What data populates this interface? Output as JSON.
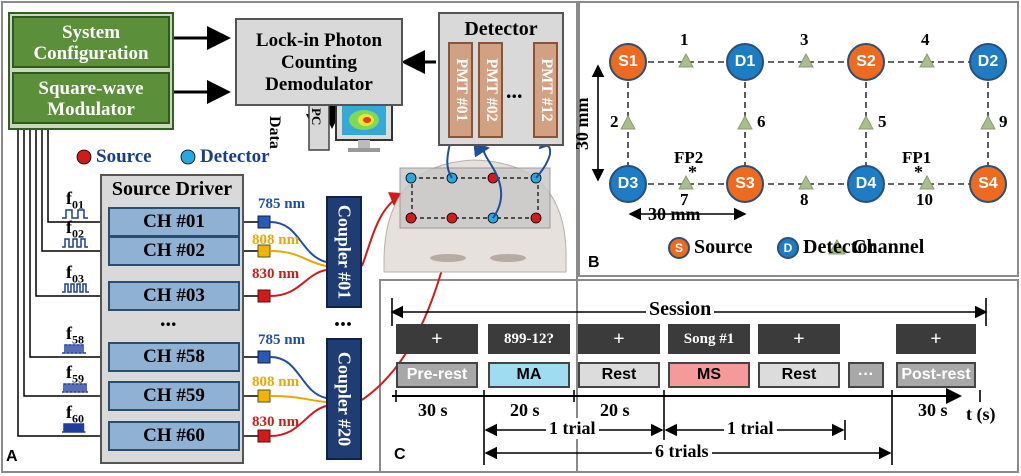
{
  "panel_a": {
    "label": "A",
    "system_config": "System Configuration",
    "modulator": "Square-wave Modulator",
    "demodulator": "Lock-in Photon Counting Demodulator",
    "detector_title": "Detector",
    "pmts": [
      "PMT #01",
      "PMT #02",
      "PMT #12"
    ],
    "ellipsis": "...",
    "data_label": "Data",
    "pc_label": "PC",
    "legend_source": "Source",
    "legend_detector": "Detector",
    "source_driver": "Source Driver",
    "channels": [
      "CH #01",
      "CH #02",
      "CH #03",
      "CH #58",
      "CH #59",
      "CH #60"
    ],
    "channel_ellipsis": "...",
    "freqs": [
      {
        "base": "f",
        "sub": "01"
      },
      {
        "base": "f",
        "sub": "02"
      },
      {
        "base": "f",
        "sub": "03"
      },
      {
        "base": "f",
        "sub": "58"
      },
      {
        "base": "f",
        "sub": "59"
      },
      {
        "base": "f",
        "sub": "60"
      }
    ],
    "wavelengths": [
      "785 nm",
      "808 nm",
      "830 nm",
      "785 nm",
      "808 nm",
      "830 nm"
    ],
    "wavelength_colors": [
      "#1f4fa8",
      "#e8a800",
      "#d11a1a"
    ],
    "couplers": [
      "Coupler #01",
      "Coupler #20"
    ],
    "coupler_ellipsis": "..."
  },
  "panel_b": {
    "label": "B",
    "nodes": [
      {
        "id": "S1",
        "type": "source"
      },
      {
        "id": "D1",
        "type": "detector"
      },
      {
        "id": "S2",
        "type": "source"
      },
      {
        "id": "D2",
        "type": "detector"
      },
      {
        "id": "D3",
        "type": "detector"
      },
      {
        "id": "S3",
        "type": "source"
      },
      {
        "id": "D4",
        "type": "detector"
      },
      {
        "id": "S4",
        "type": "source"
      }
    ],
    "channels": [
      "1",
      "2",
      "3",
      "4",
      "5",
      "6",
      "7",
      "8",
      "9",
      "10"
    ],
    "fp2": "FP2",
    "fp1": "FP1",
    "dim_v": "30 mm",
    "dim_h": "30 mm",
    "legend": {
      "S": "Source",
      "D": "Detector",
      "ch": "Channel"
    },
    "colors": {
      "source": "#ee6a1f",
      "detector": "#1d7cc4",
      "channel": "#a9bd8e"
    }
  },
  "panel_c": {
    "label": "C",
    "session": "Session",
    "blocks": [
      {
        "top": "+",
        "cond": "Pre-rest",
        "color": "#a8a8a8",
        "text_color": "#ffffff"
      },
      {
        "top": "899-12?",
        "cond": "MA",
        "color": "#9fdcf2",
        "text_color": "#000000"
      },
      {
        "top": "+",
        "cond": "Rest",
        "color": "#dcdcdc",
        "text_color": "#000000"
      },
      {
        "top": "Song #1",
        "cond": "MS",
        "color": "#f59a9a",
        "text_color": "#000000"
      },
      {
        "top": "+",
        "cond": "Rest",
        "color": "#dcdcdc",
        "text_color": "#000000"
      },
      {
        "top": "",
        "cond": "···",
        "color": "#a8a8a8",
        "text_color": "#ffffff"
      },
      {
        "top": "+",
        "cond": "Post-rest",
        "color": "#a8a8a8",
        "text_color": "#ffffff"
      }
    ],
    "durations": [
      "30 s",
      "20 s",
      "20 s",
      "30 s"
    ],
    "time_axis": "t (s)",
    "trial_1": "1 trial",
    "trial_2": "1 trial",
    "trials_6": "6 trials"
  }
}
